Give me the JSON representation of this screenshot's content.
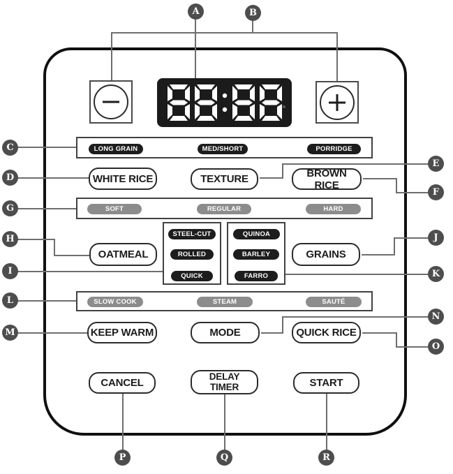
{
  "callouts": {
    "A": "A",
    "B": "B",
    "C": "C",
    "D": "D",
    "E": "E",
    "F": "F",
    "G": "G",
    "H": "H",
    "I": "I",
    "J": "J",
    "K": "K",
    "L": "L",
    "M": "M",
    "N": "N",
    "O": "O",
    "P": "P",
    "Q": "Q",
    "R": "R"
  },
  "display": {
    "value": "88:88"
  },
  "icons": {
    "decrease": "minus-icon",
    "increase": "plus-icon"
  },
  "buttons": {
    "white_rice": "WHITE RICE",
    "texture": "TEXTURE",
    "brown_rice": "BROWN RICE",
    "oatmeal": "OATMEAL",
    "grains": "GRAINS",
    "keep_warm": "KEEP WARM",
    "mode": "MODE",
    "quick_rice": "QUICK RICE",
    "cancel": "CANCEL",
    "delay_timer_line1": "DELAY",
    "delay_timer_line2": "TIMER",
    "start": "START"
  },
  "rows": {
    "rice_type": [
      "LONG GRAIN",
      "MED/SHORT",
      "PORRIDGE"
    ],
    "texture_level": [
      "SOFT",
      "REGULAR",
      "HARD"
    ],
    "oatmeal_type": [
      "STEEL-CUT",
      "ROLLED",
      "QUICK"
    ],
    "grain_type": [
      "QUINOA",
      "BARLEY",
      "FARRO"
    ],
    "cook_mode": [
      "SLOW COOK",
      "STEAM",
      "SAUTÉ"
    ]
  },
  "colors": {
    "panel_border": "#101010",
    "callout_bg": "#4d4d4d",
    "dark_pill": "#1d1d1d",
    "gray_pill": "#8c8c8c",
    "leader_line": "#6e6e6e",
    "display_bg": "#1b1b1b",
    "segment": "#ffffff"
  }
}
